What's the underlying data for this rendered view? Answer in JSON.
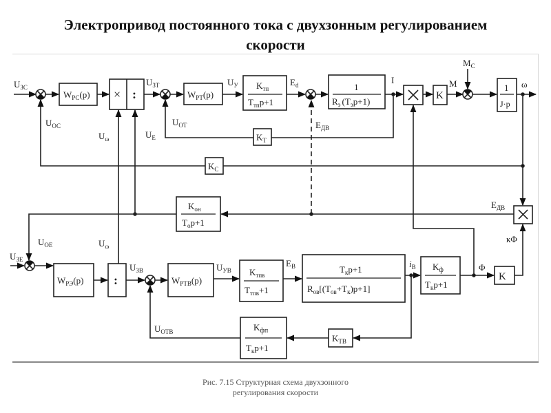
{
  "title": {
    "line1": "Электропривод постоянного тока с двухзонным регулированием",
    "line2": "скорости"
  },
  "caption": {
    "line1": "Рис. 7.15  Структурная схема двухзонного",
    "line2": "регулирования скорости"
  },
  "diagram": {
    "upper_loop": {
      "inputs": {
        "u_zs": "U",
        "u_zs_sub": "ЗС"
      },
      "blocks": {
        "speed_regulator": {
          "main": "W",
          "sub": "РС",
          "arg": "(p)"
        },
        "mult_div": {
          "left": "×",
          "right": ":"
        },
        "current_regulator": {
          "main": "W",
          "sub": "РТ",
          "arg": "(p)"
        },
        "thyristor_conv": {
          "num_main": "K",
          "num_sub": "тп",
          "den_main": "T",
          "den_sub": "тп",
          "den_tail": "p+1"
        },
        "armature": {
          "num": "1",
          "den_a": "R",
          "den_a_sub": "э",
          "den_b": "(T",
          "den_b_sub": "э",
          "den_tail": "p+1)"
        },
        "product": {
          "label": "×"
        },
        "torque_k": {
          "label": "K"
        },
        "inertia": {
          "num": "1",
          "den": "J·p"
        },
        "current_fb": {
          "main": "K",
          "sub": "Т"
        },
        "speed_fb": {
          "main": "K",
          "sub": "С"
        }
      },
      "signals": {
        "u_oc": {
          "main": "U",
          "sub": "ОС"
        },
        "u_omega": {
          "main": "U",
          "sub": "ω"
        },
        "u_e": {
          "main": "U",
          "sub": "Е"
        },
        "u_zt": {
          "main": "U",
          "sub": "ЗТ"
        },
        "u_ot": {
          "main": "U",
          "sub": "ОТ"
        },
        "u_y": {
          "main": "U",
          "sub": "У"
        },
        "e_d": {
          "main": "E",
          "sub": "d"
        },
        "e_dv": {
          "main": "E",
          "sub": "ДВ"
        },
        "i": {
          "main": "I"
        },
        "m": {
          "main": "M"
        },
        "m_c": {
          "main": "M",
          "sub": "С"
        },
        "omega": {
          "main": "ω"
        }
      }
    },
    "lower_loop": {
      "blocks": {
        "emf_filter": {
          "num_main": "K",
          "num_sub": "он",
          "den_main": "T",
          "den_sub": "о",
          "den_tail": "p+1"
        },
        "emf_regulator": {
          "main": "W",
          "sub": "РЭ",
          "arg": "(p)"
        },
        "divider": {
          "label": ":"
        },
        "field_current_regulator": {
          "main": "W",
          "sub": "РТВ",
          "arg": "(p)"
        },
        "field_conv": {
          "num_main": "K",
          "num_sub": "тпв",
          "den_main": "T",
          "den_sub": "тпв",
          "den_tail": "+1"
        },
        "field_winding": {
          "num_a": "T",
          "num_sub": "к",
          "num_tail": "p+1",
          "den_a": "R",
          "den_a_sub": "ов",
          "den_b": "[(T",
          "den_b_sub": "ов",
          "den_c": "+T",
          "den_c_sub": "к",
          "den_tail": ")p+1]"
        },
        "flux": {
          "num_main": "K",
          "num_sub": "ф",
          "den_main": "T",
          "den_sub": "к",
          "den_tail": "p+1"
        },
        "flux_k": {
          "label": "K"
        },
        "emf_product": {
          "label": "×"
        },
        "field_current_fb": {
          "main": "K",
          "sub": "ТВ"
        },
        "flux_fb": {
          "num_main": "K",
          "num_sub": "фп",
          "den_main": "T",
          "den_sub": "к",
          "den_tail": "p+1"
        }
      },
      "signals": {
        "u_ze": {
          "main": "U",
          "sub": "ЗЕ"
        },
        "u_oe": {
          "main": "U",
          "sub": "ОЕ"
        },
        "u_omega2": {
          "main": "U",
          "sub": "ω"
        },
        "u_zv": {
          "main": "U",
          "sub": "ЗВ"
        },
        "u_yv": {
          "main": "U",
          "sub": "УВ"
        },
        "e_v": {
          "main": "E",
          "sub": "В"
        },
        "i_v": {
          "main": "i",
          "sub": "В"
        },
        "phi": {
          "main": "Φ"
        },
        "k_phi": {
          "main": "кΦ"
        },
        "e_dv2": {
          "main": "E",
          "sub": "ДВ"
        },
        "u_otv": {
          "main": "U",
          "sub": "ОТВ"
        }
      }
    }
  }
}
